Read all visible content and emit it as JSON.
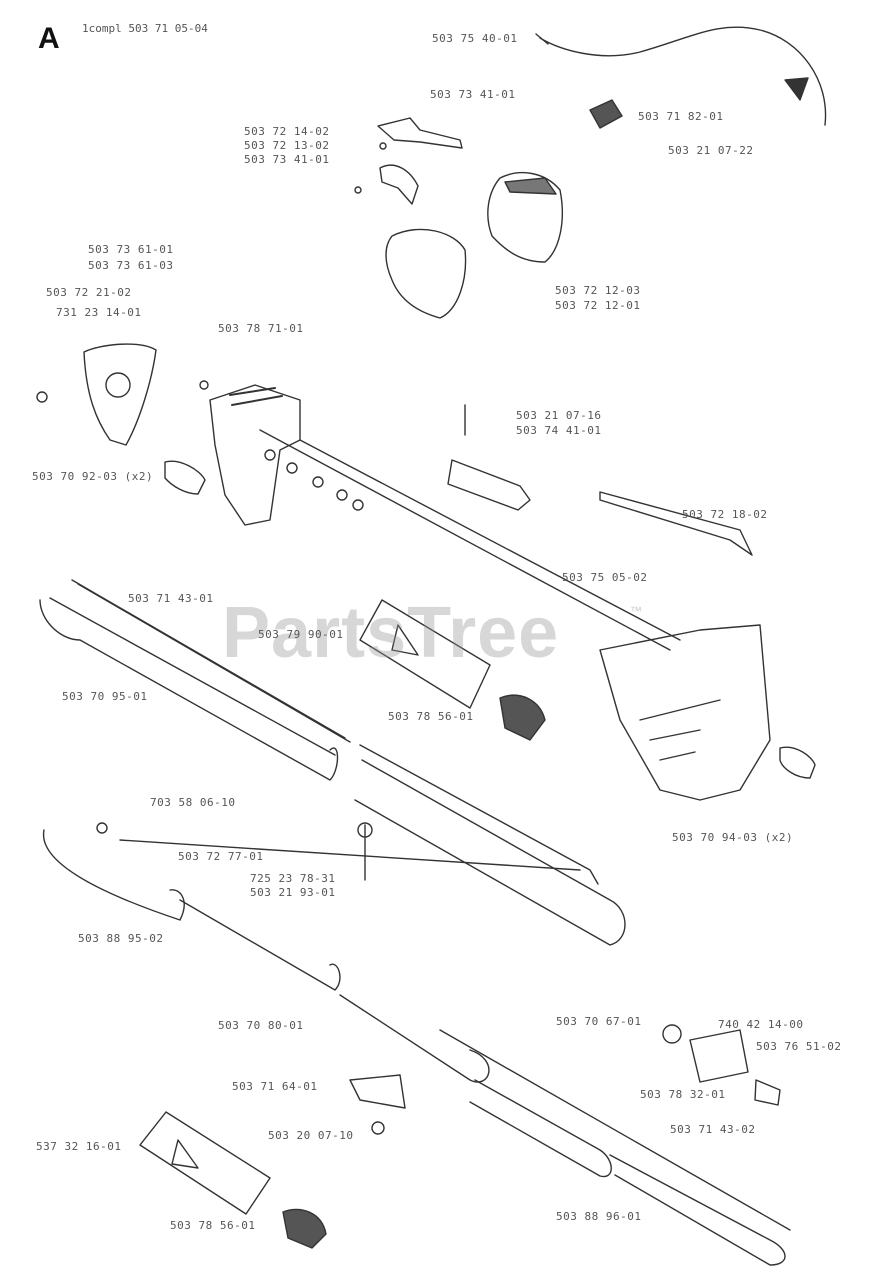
{
  "section_letter": "A",
  "assembly_label": "1compl 503 71 05-04",
  "watermark": "PartsTree",
  "watermark_tm": "™",
  "labels": [
    {
      "id": "cable-top",
      "text": "503 75 40-01"
    },
    {
      "id": "spring",
      "text": "503 73 41-01"
    },
    {
      "id": "switch-block",
      "text": "503 71 82-01"
    },
    {
      "id": "screw-top",
      "text": "503 21 07-22"
    },
    {
      "id": "trigger-a",
      "text": "503 72 14-02"
    },
    {
      "id": "trigger-b",
      "text": "503 72 13-02"
    },
    {
      "id": "trigger-c",
      "text": "503 73 41-01"
    },
    {
      "id": "handle-a",
      "text": "503 73 61-01"
    },
    {
      "id": "handle-b",
      "text": "503 73 61-03"
    },
    {
      "id": "bracket-a",
      "text": "503 72 21-02"
    },
    {
      "id": "bracket-b",
      "text": "731 23 14-01"
    },
    {
      "id": "housing-a",
      "text": "503 72 12-03"
    },
    {
      "id": "housing-b",
      "text": "503 72 12-01"
    },
    {
      "id": "upper-tube",
      "text": "503 78 71-01"
    },
    {
      "id": "screws-mid-a",
      "text": "503 21 07-16"
    },
    {
      "id": "screws-mid-b",
      "text": "503 74 41-01"
    },
    {
      "id": "grip-left",
      "text": "503 70 92-03 (x2)"
    },
    {
      "id": "lever",
      "text": "503 72 18-02"
    },
    {
      "id": "cable-mid",
      "text": "503 75 05-02"
    },
    {
      "id": "shaft-upper",
      "text": "503 71 43-01"
    },
    {
      "id": "decal-upper",
      "text": "503 79 90-01"
    },
    {
      "id": "tube-upper",
      "text": "503 70 95-01"
    },
    {
      "id": "sticker-upper",
      "text": "503 78 56-01"
    },
    {
      "id": "grip-right",
      "text": "503 70 94-03 (x2)"
    },
    {
      "id": "washer",
      "text": "703 58 06-10"
    },
    {
      "id": "shaft-lower",
      "text": "503 72 77-01"
    },
    {
      "id": "pin-a",
      "text": "725 23 78-31"
    },
    {
      "id": "pin-b",
      "text": "503 21 93-01"
    },
    {
      "id": "tube-lower",
      "text": "503 88 95-02"
    },
    {
      "id": "coupler",
      "text": "503 70 80-01"
    },
    {
      "id": "oring",
      "text": "503 70 67-01"
    },
    {
      "id": "connector-a",
      "text": "740 42 14-00"
    },
    {
      "id": "connector-b",
      "text": "503 76 51-02"
    },
    {
      "id": "clamp",
      "text": "503 71 64-01"
    },
    {
      "id": "connector-c",
      "text": "503 78 32-01"
    },
    {
      "id": "bolt",
      "text": "503 20 07-10"
    },
    {
      "id": "shaft-bottom",
      "text": "503 71 43-02"
    },
    {
      "id": "decal-lower",
      "text": "537 32 16-01"
    },
    {
      "id": "tube-bottom",
      "text": "503 88 96-01"
    },
    {
      "id": "sticker-lower",
      "text": "503 78 56-01"
    }
  ]
}
